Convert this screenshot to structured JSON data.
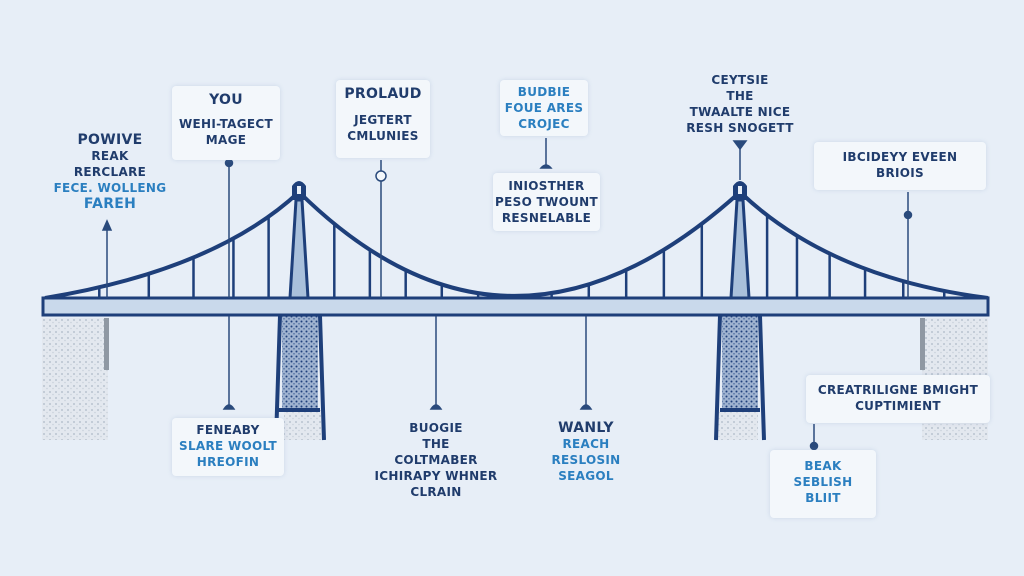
{
  "colors": {
    "background": "#e7eef7",
    "structure": "#1e3f7a",
    "deck": "#c9d9eb",
    "text_dark": "#203c6c",
    "text_blue": "#2b7fc0"
  },
  "labels": {
    "top_left": {
      "dark": [
        "POWIVE",
        "REAK",
        "RERCLARE"
      ],
      "blue": [
        "FECE. WOLLENG",
        "FAREH"
      ]
    },
    "you_box": {
      "title": "YOU",
      "lines": [
        "WEHI-TAGECT",
        "MAGE"
      ]
    },
    "proland_box": {
      "title": "PROLAUD",
      "lines": [
        "JEGTERT",
        "CMLUNIES"
      ]
    },
    "budbie_box": {
      "lines": [
        "BUDBIE",
        "FOUE ARES",
        "CROJEC"
      ]
    },
    "iniosther_box": {
      "lines": [
        "INIOSTHER",
        "PESO TWOUNT",
        "RESNELABLE"
      ]
    },
    "ceytsie": {
      "lines": [
        "CEYTSIE",
        "THE",
        "TWAALTE NICE",
        "RESH SNOGETT"
      ]
    },
    "ibcideyy_box": {
      "lines": [
        "IBCIDEYY EVEEN",
        "BRIOIS"
      ]
    },
    "feneaby_box": {
      "dark": [
        "FENEABY"
      ],
      "blue": [
        "SLARE WOOLT",
        "HREOFIN"
      ]
    },
    "buogie": {
      "lines": [
        "BUOGIE",
        "THE",
        "COLTMABER",
        "ICHIRAPY WHNER",
        "CLRAIN"
      ]
    },
    "wanly": {
      "dark": [
        "WANLY"
      ],
      "blue": [
        "REACH",
        "RESLOSIN",
        "SEAGOL"
      ]
    },
    "creatriligne_box": {
      "lines": [
        "CREATRILIGNE BMIGHT",
        "CUPTIMIENT"
      ]
    },
    "beak_box": {
      "lines": [
        "BEAK",
        "SEBLISH",
        "BLIIT"
      ]
    }
  }
}
